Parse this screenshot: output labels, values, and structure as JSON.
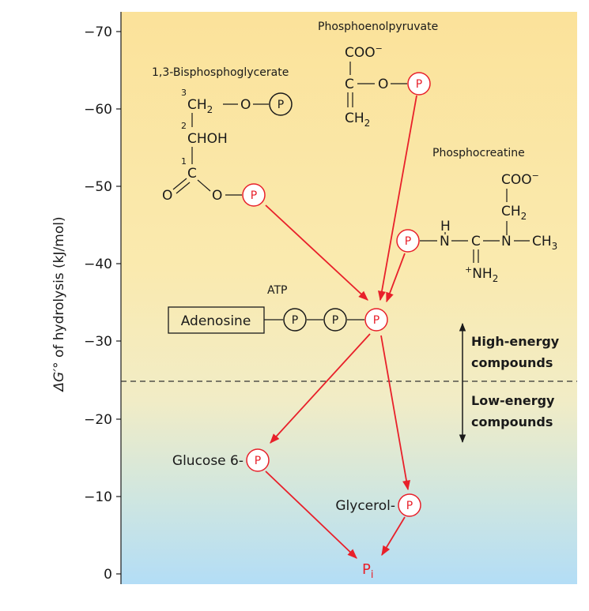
{
  "y_axis": {
    "label_prefix": "ΔG′°",
    "label_rest": " of hydrolysis (kJ/mol)",
    "ticks": [
      "−70",
      "−60",
      "−50",
      "−40",
      "−30",
      "−20",
      "−10",
      "0"
    ]
  },
  "phosphoenolpyruvate": {
    "name": "Phosphoenolpyruvate",
    "coo": "COO",
    "coo_charge": "−",
    "c_atom": "C",
    "o_atom": "O",
    "ch2": "CH",
    "ch2_sub": "2"
  },
  "bisphosphoglycerate": {
    "name": "1,3-Bisphosphoglycerate",
    "c3_num": "3",
    "ch2": "CH",
    "ch2_sub": "2",
    "o_top": "O",
    "c2_num": "2",
    "choh": "CHOH",
    "c1_num": "1",
    "c_atom": "C",
    "o_carbonyl": "O",
    "o_ester": "O"
  },
  "phosphocreatine": {
    "name": "Phosphocreatine",
    "coo": "COO",
    "coo_charge": "−",
    "ch2": "CH",
    "ch2_sub": "2",
    "h_atom": "H",
    "n1": "N",
    "c_atom": "C",
    "n2": "N",
    "ch3": "CH",
    "ch3_sub": "3",
    "nh2_charge": "+",
    "nh2": "NH",
    "nh2_sub": "2"
  },
  "atp": {
    "name": "ATP",
    "adenosine": "Adenosine"
  },
  "phosphate_symbol": "P",
  "energy_labels": {
    "high": [
      "High-energy",
      "compounds"
    ],
    "low": [
      "Low-energy",
      "compounds"
    ]
  },
  "glucose6": {
    "label": "Glucose 6-"
  },
  "glycerol": {
    "label": "Glycerol-"
  },
  "pi": {
    "p": "P",
    "sub": "i"
  },
  "colors": {
    "background_top": "#fbe29a",
    "background_mid": "#f8eebe",
    "background_bottom": "#b7def5",
    "phosphate_red": "#e8202a",
    "ink": "#1a1a1a"
  }
}
